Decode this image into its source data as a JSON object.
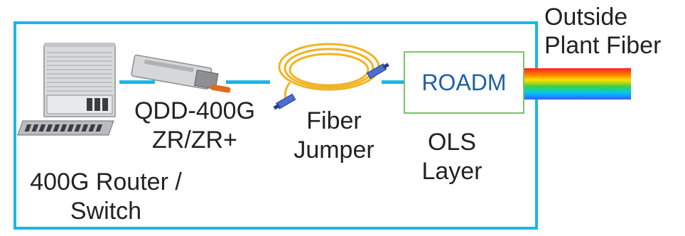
{
  "colors": {
    "frame": "#1ab7e6",
    "roadm_border": "#7cc36a",
    "roadm_text": "#1f5fa8",
    "fiber": "#f0b323",
    "spectrum": [
      "#ff2020",
      "#ff8a00",
      "#ffe000",
      "#40d040",
      "#00c0ff",
      "#3060ff"
    ]
  },
  "nodes": {
    "router": {
      "label_line1": "400G Router /",
      "label_line2": "Switch",
      "icon": "router-chassis-icon"
    },
    "optic": {
      "label_line1": "QDD-400G",
      "label_line2": "ZR/ZR+",
      "icon": "transceiver-icon"
    },
    "jumper": {
      "label_line1": "Fiber",
      "label_line2": "Jumper",
      "icon": "fiber-jumper-icon"
    },
    "roadm": {
      "label": "ROADM"
    },
    "ols": {
      "label_line1": "OLS",
      "label_line2": "Layer"
    }
  },
  "outside": {
    "line1": "Outside",
    "line2": "Plant Fiber"
  }
}
